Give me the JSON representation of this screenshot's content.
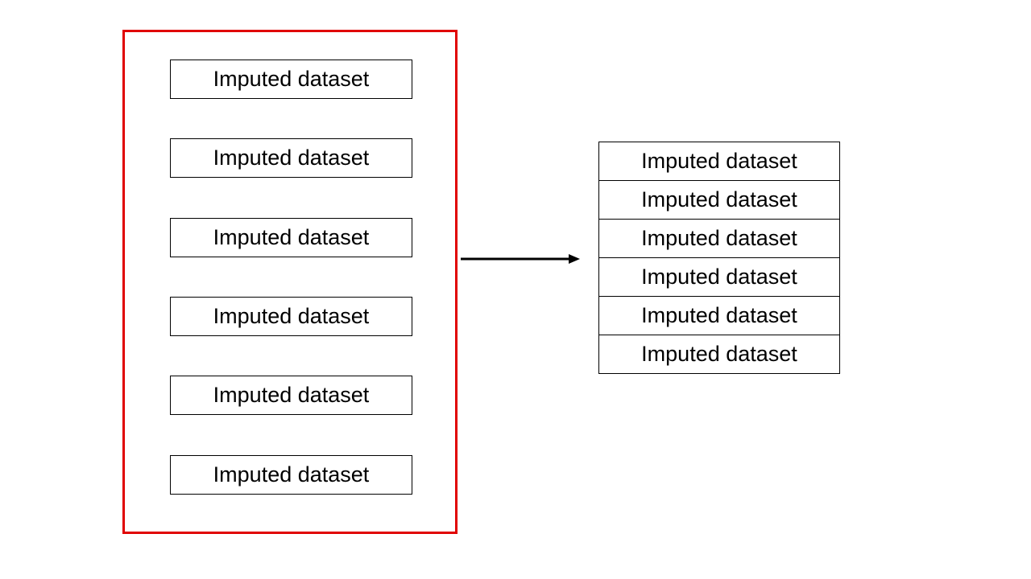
{
  "left_group": {
    "frame_color": "#e00000",
    "items": [
      {
        "label": "Imputed dataset"
      },
      {
        "label": "Imputed dataset"
      },
      {
        "label": "Imputed dataset"
      },
      {
        "label": "Imputed dataset"
      },
      {
        "label": "Imputed dataset"
      },
      {
        "label": "Imputed dataset"
      }
    ]
  },
  "right_stack": {
    "items": [
      {
        "label": "Imputed dataset"
      },
      {
        "label": "Imputed dataset"
      },
      {
        "label": "Imputed dataset"
      },
      {
        "label": "Imputed dataset"
      },
      {
        "label": "Imputed dataset"
      },
      {
        "label": "Imputed dataset"
      }
    ]
  },
  "arrow": {
    "icon": "right-arrow-icon",
    "color": "#000000"
  }
}
